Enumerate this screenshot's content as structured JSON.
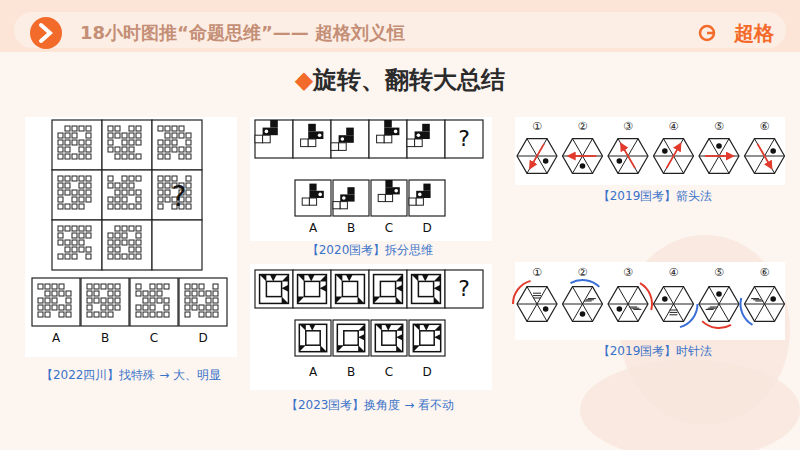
{
  "diagram": {
    "title": "◆旋转、翻转大总结",
    "labels": [
      "18小时图推“命题思维”—— 超格刘义恒",
      "超格",
      "?",
      "A",
      "B",
      "C",
      "D",
      "【2022四川】找特殊 → 大、明显",
      "?",
      "A",
      "B",
      "C",
      "D",
      "【2020国考】拆分思维",
      "?",
      "A",
      "B",
      "C",
      "D",
      "【2023国考】换角度 → 看不动",
      "①",
      "②",
      "③",
      "④",
      "⑤",
      "⑥",
      "【2019国考】箭头法",
      "①",
      "②",
      "③",
      "④",
      "⑤",
      "⑥",
      "【2019国考】时针法"
    ]
  }
}
